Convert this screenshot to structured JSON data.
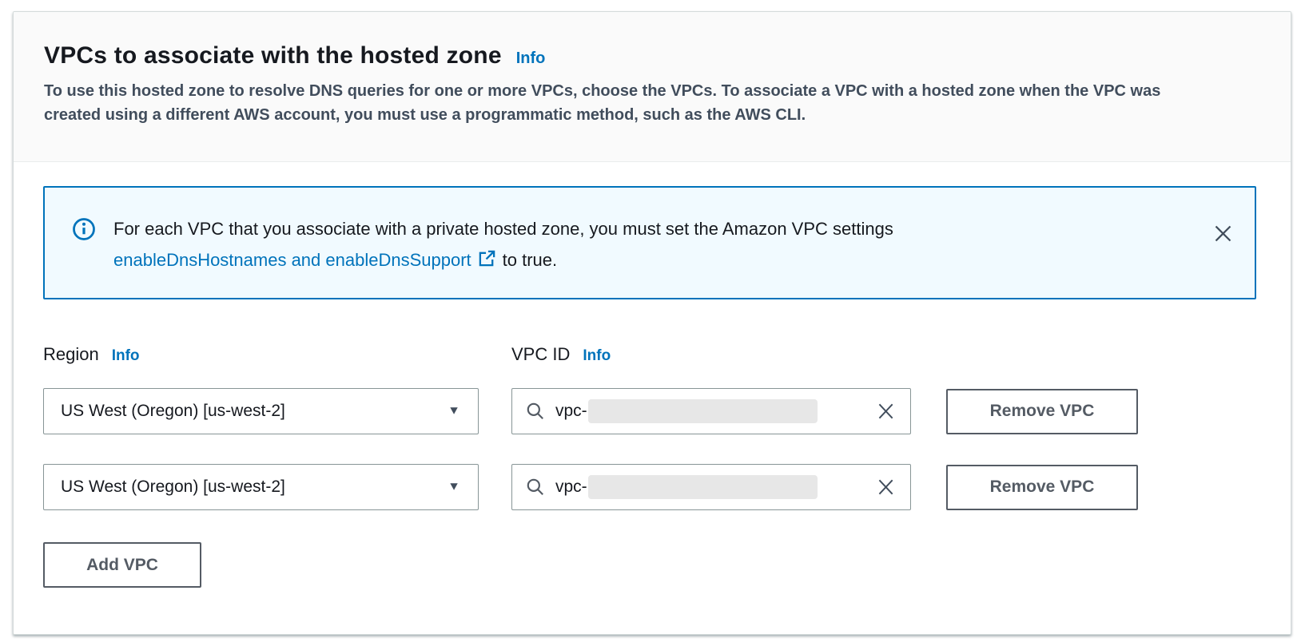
{
  "panel": {
    "title": "VPCs to associate with the hosted zone",
    "title_info": "Info",
    "description": "To use this hosted zone to resolve DNS queries for one or more VPCs, choose the VPCs. To associate a VPC with a hosted zone when the VPC was created using a different AWS account, you must use a programmatic method, such as the AWS CLI."
  },
  "alert": {
    "line1": "For each VPC that you associate with a private hosted zone, you must set the Amazon VPC settings",
    "link_text": "enableDnsHostnames and enableDnsSupport",
    "line2_suffix": "to true."
  },
  "form": {
    "region_label": "Region",
    "region_info": "Info",
    "vpc_id_label": "VPC ID",
    "vpc_id_info": "Info",
    "rows": [
      {
        "region": "US West (Oregon) [us-west-2]",
        "vpc_value": "vpc-"
      },
      {
        "region": "US West (Oregon) [us-west-2]",
        "vpc_value": "vpc-"
      }
    ],
    "remove_button_label": "Remove VPC",
    "add_button_label": "Add VPC"
  },
  "icons": {
    "info_circle": "info-circle",
    "external_link": "external-link",
    "close": "close-x",
    "search": "magnifier",
    "clear": "clear-x",
    "dropdown": "▼"
  },
  "colors": {
    "link_blue": "#0073bb",
    "alert_border": "#0073bb",
    "alert_bg": "#f1faff",
    "button_border": "#545b64",
    "input_border": "#879596",
    "header_bg": "#fafafa",
    "text_dark": "#16191f",
    "text_gray": "#414d5c"
  }
}
